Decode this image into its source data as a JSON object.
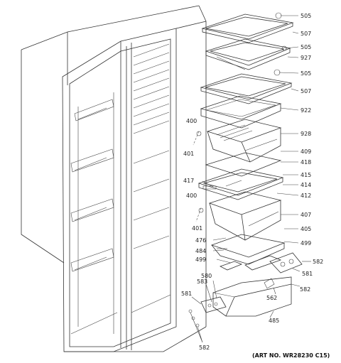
{
  "labels": {
    "l505a": "505",
    "l507a": "507",
    "l505b": "505",
    "l927": "927",
    "l505c": "505",
    "l507b": "507",
    "l922": "922",
    "l928": "928",
    "l400a": "400",
    "l401a": "401",
    "l409": "409",
    "l418": "418",
    "l417": "417",
    "l415": "415",
    "l414": "414",
    "l412": "412",
    "l400b": "400",
    "l407": "407",
    "l401b": "401",
    "l476": "476",
    "l405": "405",
    "l484": "484",
    "l499a": "499",
    "l499b": "499",
    "l582a": "582",
    "l581a": "581",
    "l582b": "582",
    "l583": "583",
    "l580": "580",
    "l581b": "581",
    "l562": "562",
    "l485": "485",
    "l582c": "582"
  },
  "art_number": "(ART NO. WR28230 C15)"
}
